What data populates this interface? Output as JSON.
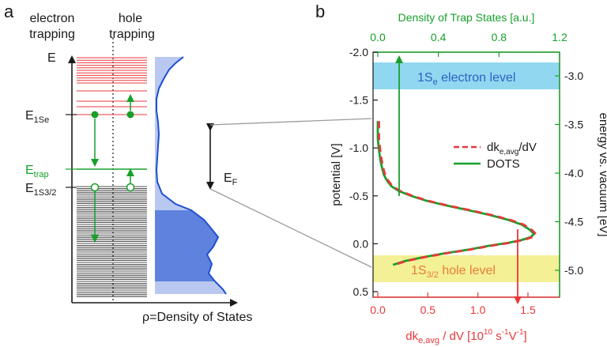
{
  "panel_a": {
    "letter": "a",
    "col_electron_1": "electron",
    "col_electron_2": "trapping",
    "col_hole_1": "hole",
    "col_hole_2": "trapping",
    "axis_e": "E",
    "label_1se_main": "E",
    "label_1se_sub": "1Se",
    "label_trap_main": "E",
    "label_trap_sub": "trap",
    "label_1s32_main": "E",
    "label_1s32_sub": "1S3/2",
    "label_ef_main": "E",
    "label_ef_sub": "F",
    "dos_caption": "ρ=Density of States"
  },
  "panel_b": {
    "letter": "b",
    "top_axis_title": "Density of Trap States [a.u.]",
    "top_ticks": [
      "0.0",
      "0.4",
      "0.8",
      "1.2"
    ],
    "left_axis_title": "potential [V]",
    "left_ticks": [
      "-2.0",
      "-1.5",
      "-1.0",
      "-0.5",
      "0.0",
      "0.5"
    ],
    "right_axis_title": "energy vs. vacuum [eV]",
    "right_ticks": [
      "-3.0",
      "-3.5",
      "-4.0",
      "-4.5",
      "-5.0"
    ],
    "bottom_ticks": [
      "0.0",
      "0.5",
      "1.0",
      "1.5"
    ],
    "bottom_title_a": "dk",
    "bottom_title_sub": "e,avg",
    "bottom_title_b": " / dV  [10",
    "bottom_title_sup1": "10",
    "bottom_title_c": " s",
    "bottom_title_sup2": "-1",
    "bottom_title_d": "V",
    "bottom_title_sup3": "-1",
    "bottom_title_e": "]",
    "band_electron_a": "1S",
    "band_electron_sub": "e",
    "band_electron_b": " electron level",
    "band_hole_a": "1S",
    "band_hole_sub": "3/2",
    "band_hole_b": " hole level",
    "legend_1_a": "dk",
    "legend_1_sub": "e,avg",
    "legend_1_b": "/dV",
    "legend_2": "DOTS",
    "colors": {
      "green": "#17a02a",
      "red": "#e8383b",
      "blue_band": "#86d3ee",
      "yellow_band": "#f3ee8a",
      "dos_fill_light": "#b9c8f0",
      "dos_fill_dark": "#5f82de",
      "dos_line": "#1f4fd0"
    }
  }
}
